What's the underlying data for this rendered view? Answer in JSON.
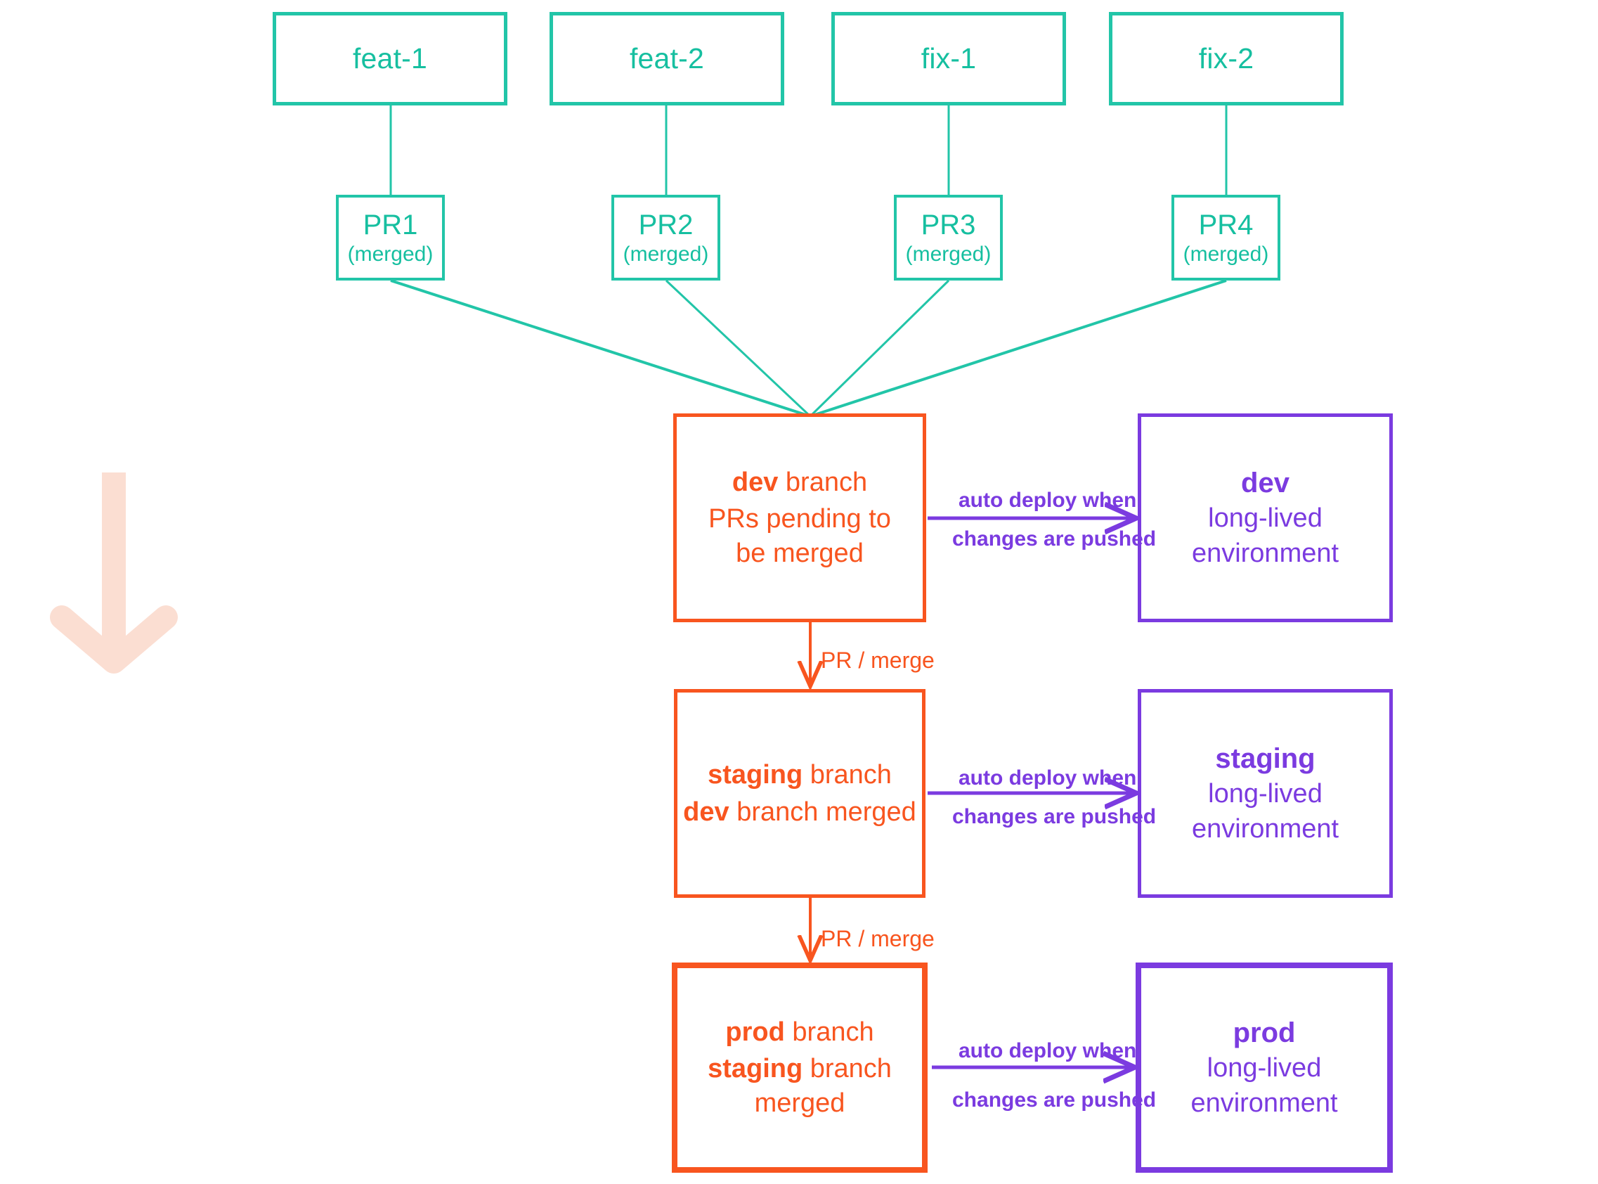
{
  "diagram": {
    "title": "git branch to environment deployment flow",
    "colors": {
      "teal": "#16BFA0",
      "teal_border": "#22C5A8",
      "orange": "#F8551F",
      "purple": "#7B3BE0",
      "pink_arrow": "#FBDED2",
      "background": "#FFFFFF"
    },
    "feature_branches": [
      {
        "label": "feat-1"
      },
      {
        "label": "feat-2"
      },
      {
        "label": "fix-1"
      },
      {
        "label": "fix-2"
      }
    ],
    "pull_requests": [
      {
        "title": "PR1",
        "status": "(merged)"
      },
      {
        "title": "PR2",
        "status": "(merged)"
      },
      {
        "title": "PR3",
        "status": "(merged)"
      },
      {
        "title": "PR4",
        "status": "(merged)"
      }
    ],
    "branches": [
      {
        "id": "dev",
        "name": "dev",
        "name_suffix": " branch",
        "detail_bold": "",
        "detail": "PRs pending to be merged"
      },
      {
        "id": "staging",
        "name": "staging",
        "name_suffix": " branch",
        "detail_bold": "dev",
        "detail": " branch merged"
      },
      {
        "id": "prod",
        "name": "prod",
        "name_suffix": " branch",
        "detail_bold": "staging",
        "detail": " branch merged"
      }
    ],
    "environments": [
      {
        "id": "dev",
        "name": "dev",
        "line1": "long-lived",
        "line2": "environment"
      },
      {
        "id": "staging",
        "name": "staging",
        "line1": "long-lived",
        "line2": "environment"
      },
      {
        "id": "prod",
        "name": "prod",
        "line1": "long-lived",
        "line2": "environment"
      }
    ],
    "deploy_labels": [
      {
        "top": "auto deploy when",
        "bottom": "changes are pushed"
      },
      {
        "top": "auto deploy when",
        "bottom": "changes are pushed"
      },
      {
        "top": "auto deploy when",
        "bottom": "changes are pushed"
      }
    ],
    "merge_labels": [
      {
        "text": "PR / merge"
      },
      {
        "text": "PR / merge"
      }
    ],
    "flow_arrow": {
      "name": "downward-flow-arrow"
    }
  }
}
